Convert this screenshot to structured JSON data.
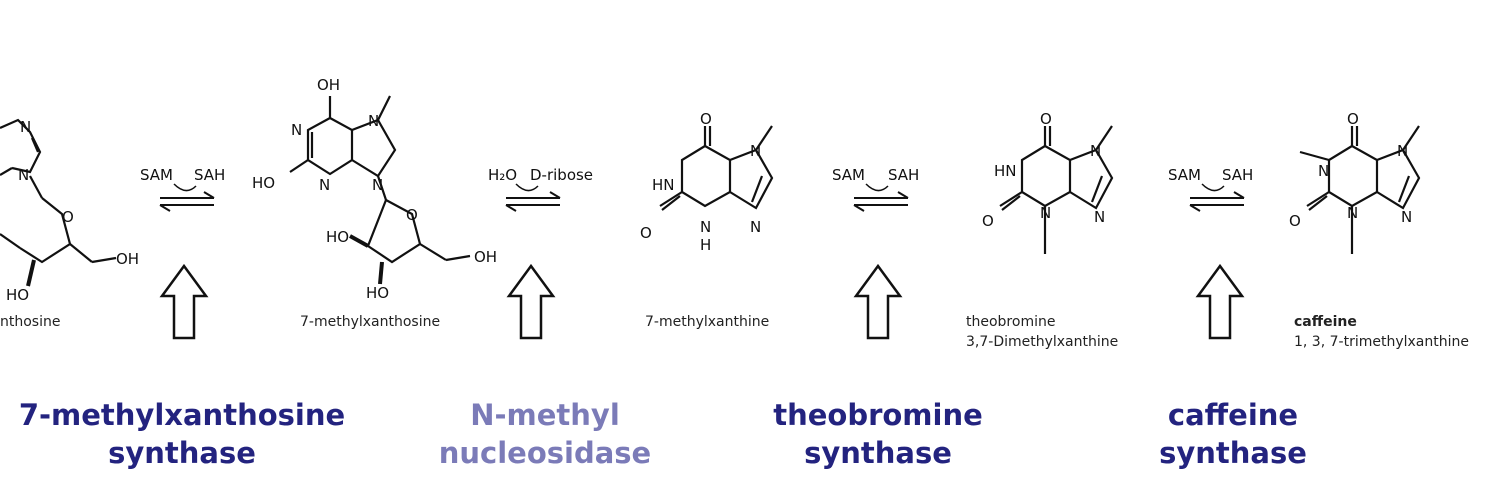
{
  "colors": {
    "enzyme": "#23237f",
    "enzyme_muted": "#7b7bb8",
    "bond": "#111111"
  },
  "compounds": [
    {
      "name": "xanthosine_partial",
      "label": "nthosine"
    },
    {
      "name": "7-methylxanthosine",
      "label": "7-methylxanthosine"
    },
    {
      "name": "7-methylxanthine",
      "label": "7-methylxanthine"
    },
    {
      "name": "theobromine",
      "label": "theobromine",
      "sublabel": "3,7-Dimethylxanthine"
    },
    {
      "name": "caffeine",
      "label": "caffeine",
      "sublabel": "1, 3, 7-trimethylxanthine"
    }
  ],
  "steps": [
    {
      "cofactor_left": "SAM",
      "cofactor_right": "SAH",
      "enzyme_line1": "7-methylxanthosine",
      "enzyme_line2": "synthase",
      "muted": false
    },
    {
      "cofactor_left": "H₂O",
      "cofactor_right": "D-ribose",
      "enzyme_line1": "N-methyl",
      "enzyme_line2": "nucleosidase",
      "muted": true
    },
    {
      "cofactor_left": "SAM",
      "cofactor_right": "SAH",
      "enzyme_line1": "theobromine",
      "enzyme_line2": "synthase",
      "muted": false
    },
    {
      "cofactor_left": "SAM",
      "cofactor_right": "SAH",
      "enzyme_line1": "caffeine",
      "enzyme_line2": "synthase",
      "muted": false
    }
  ],
  "atoms": {
    "OH": "OH",
    "HO": "HO",
    "HN": "HN",
    "N": "N",
    "O": "O",
    "H": "H"
  }
}
